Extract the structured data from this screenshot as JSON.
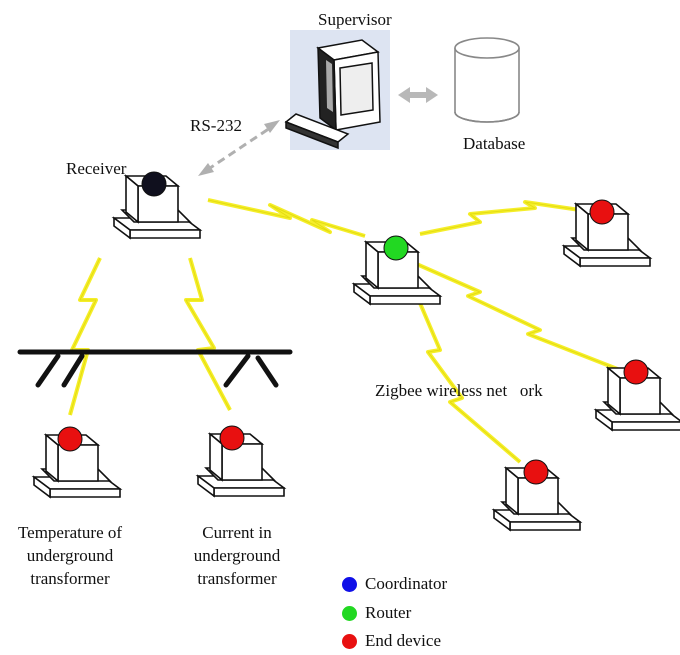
{
  "labels": {
    "supervisor": "Supervisor",
    "database": "Database",
    "rs232": "RS-232",
    "receiver": "Receiver",
    "network": "Zigbee wireless net   ork",
    "temp_caption": [
      "Temperature of",
      "underground",
      "transformer"
    ],
    "current_caption": [
      "Current in",
      "underground",
      "transformer"
    ]
  },
  "legend": [
    {
      "label": "Coordinator",
      "color": "#1010e8"
    },
    {
      "label": "Router",
      "color": "#22d822"
    },
    {
      "label": "End device",
      "color": "#e81010"
    }
  ],
  "colors": {
    "link": "#f5ee2a",
    "router": "#22d822",
    "end_device": "#e81010",
    "receiver_node": "#10101e",
    "connector": "#b8b8b8"
  }
}
